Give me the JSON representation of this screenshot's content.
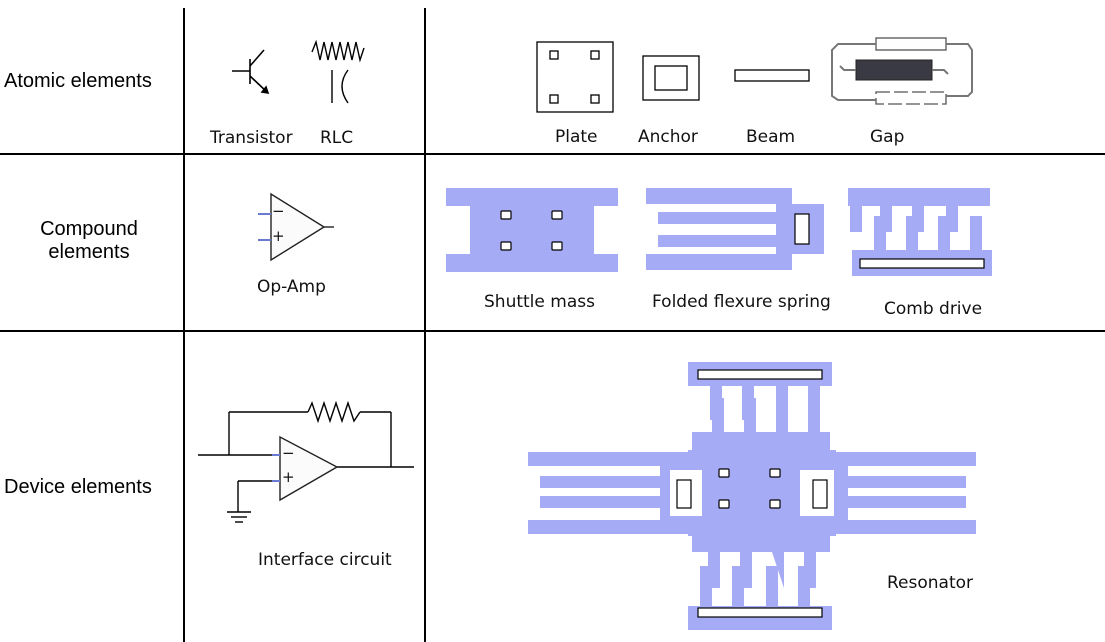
{
  "rows": {
    "atomic": "Atomic  elements",
    "compound_line1": "Compound",
    "compound_line2": "elements",
    "device": "Device elements"
  },
  "captions": {
    "transistor": "Transistor",
    "rlc": "RLC",
    "plate": "Plate",
    "anchor": "Anchor",
    "beam": "Beam",
    "gap": "Gap",
    "opamp": "Op-Amp",
    "shuttle_mass": "Shuttle mass",
    "folded_flexure": "Folded flexure spring",
    "comb_drive": "Comb drive",
    "interface_circuit": "Interface circuit",
    "resonator": "Resonator"
  },
  "opamp_signs": {
    "minus": "−",
    "plus": "+"
  },
  "colors": {
    "mems_fill": "#a5acf5",
    "line": "#000000",
    "gap_dark": "#3a3a44"
  }
}
